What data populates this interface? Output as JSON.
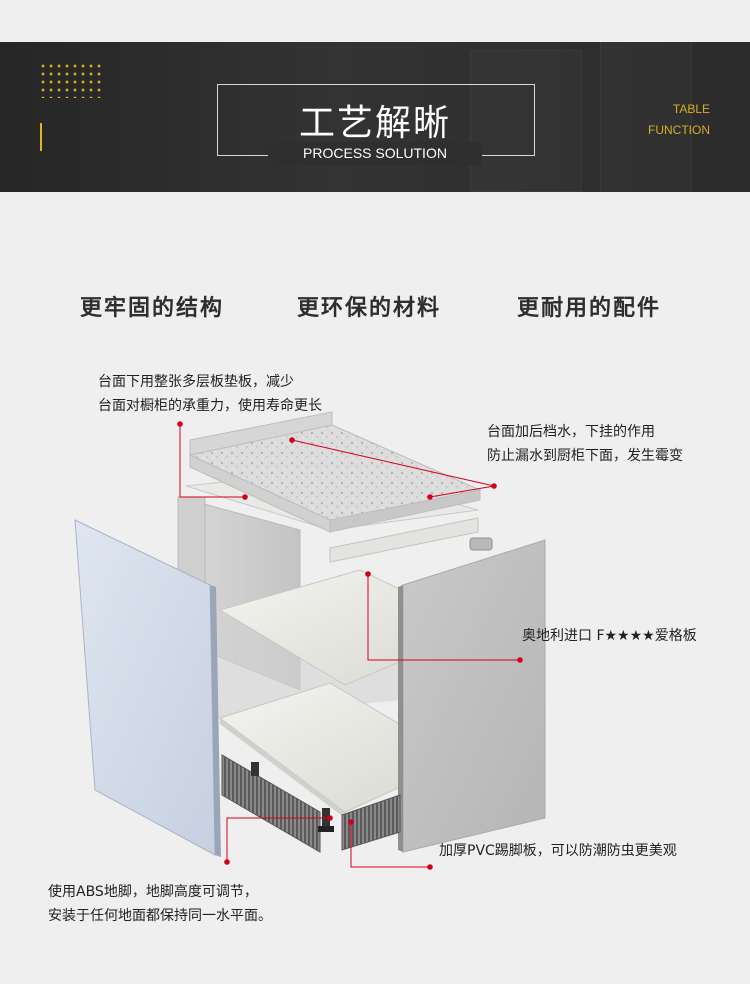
{
  "header": {
    "title_cn": "工艺解晰",
    "title_en": "PROCESS SOLUTION",
    "side_label_1": "TABLE",
    "side_label_2": "FUNCTION"
  },
  "features": [
    "更牢固的结构",
    "更环保的材料",
    "更耐用的配件"
  ],
  "annotations": {
    "top_left": {
      "line1": "台面下用整张多层板垫板，减少",
      "line2": "台面对橱柜的承重力，使用寿命更长"
    },
    "top_right": {
      "line1": "台面加后档水，下挂的作用",
      "line2": "防止漏水到厨柜下面，发生霉变"
    },
    "middle_right": "奥地利进口 F★★★★爱格板",
    "bottom_right": "加厚PVC踢脚板，可以防潮防虫更美观",
    "bottom_left": {
      "line1": "使用ABS地脚，地脚高度可调节，",
      "line2": "安装于任何地面都保持同一水平面。"
    }
  },
  "colors": {
    "banner": "#2b2b2b",
    "accent_gold": "#d7ad24",
    "callout_red": "#d0021b",
    "page_bg": "#efefef"
  }
}
